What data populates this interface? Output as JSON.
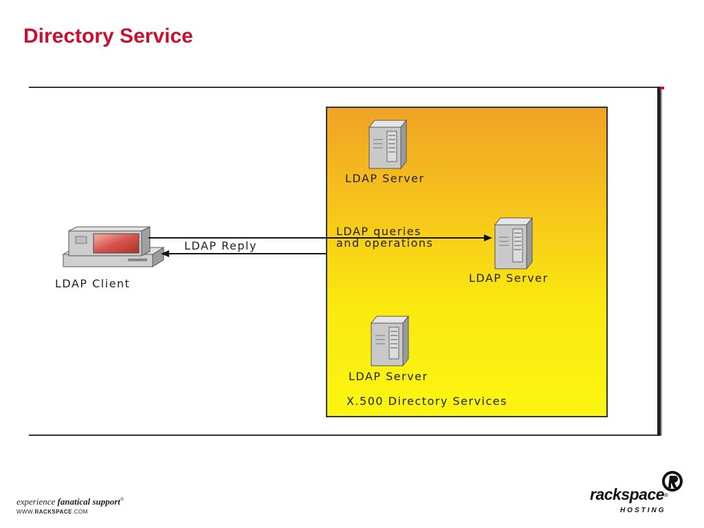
{
  "slide": {
    "title": "Directory Service"
  },
  "diagram": {
    "server_label_1": "LDAP Server",
    "server_label_2": "LDAP Server",
    "server_label_3": "LDAP Server",
    "queries_line_1": "LDAP queries",
    "queries_line_2": "and operations",
    "reply_label": "LDAP Reply",
    "client_label": "LDAP Client",
    "group_label": "X.500 Directory Services",
    "colors": {
      "title": "#c8102e",
      "group_fill_top": "#f1a326",
      "group_fill_bottom": "#fbf513",
      "screen": "#c0392b"
    },
    "icons": [
      "server-icon",
      "computer-icon",
      "arrow-right",
      "arrow-left"
    ]
  },
  "footer": {
    "tagline_prefix": "experience",
    "tagline_bold": "fanatical support",
    "tagline_mark": "®",
    "url_prefix": "WWW.",
    "url_bold": "RACKSPACE",
    "url_suffix": ".COM",
    "brand_name": "rackspace",
    "brand_reg": "®",
    "brand_sub": "HOSTING"
  }
}
